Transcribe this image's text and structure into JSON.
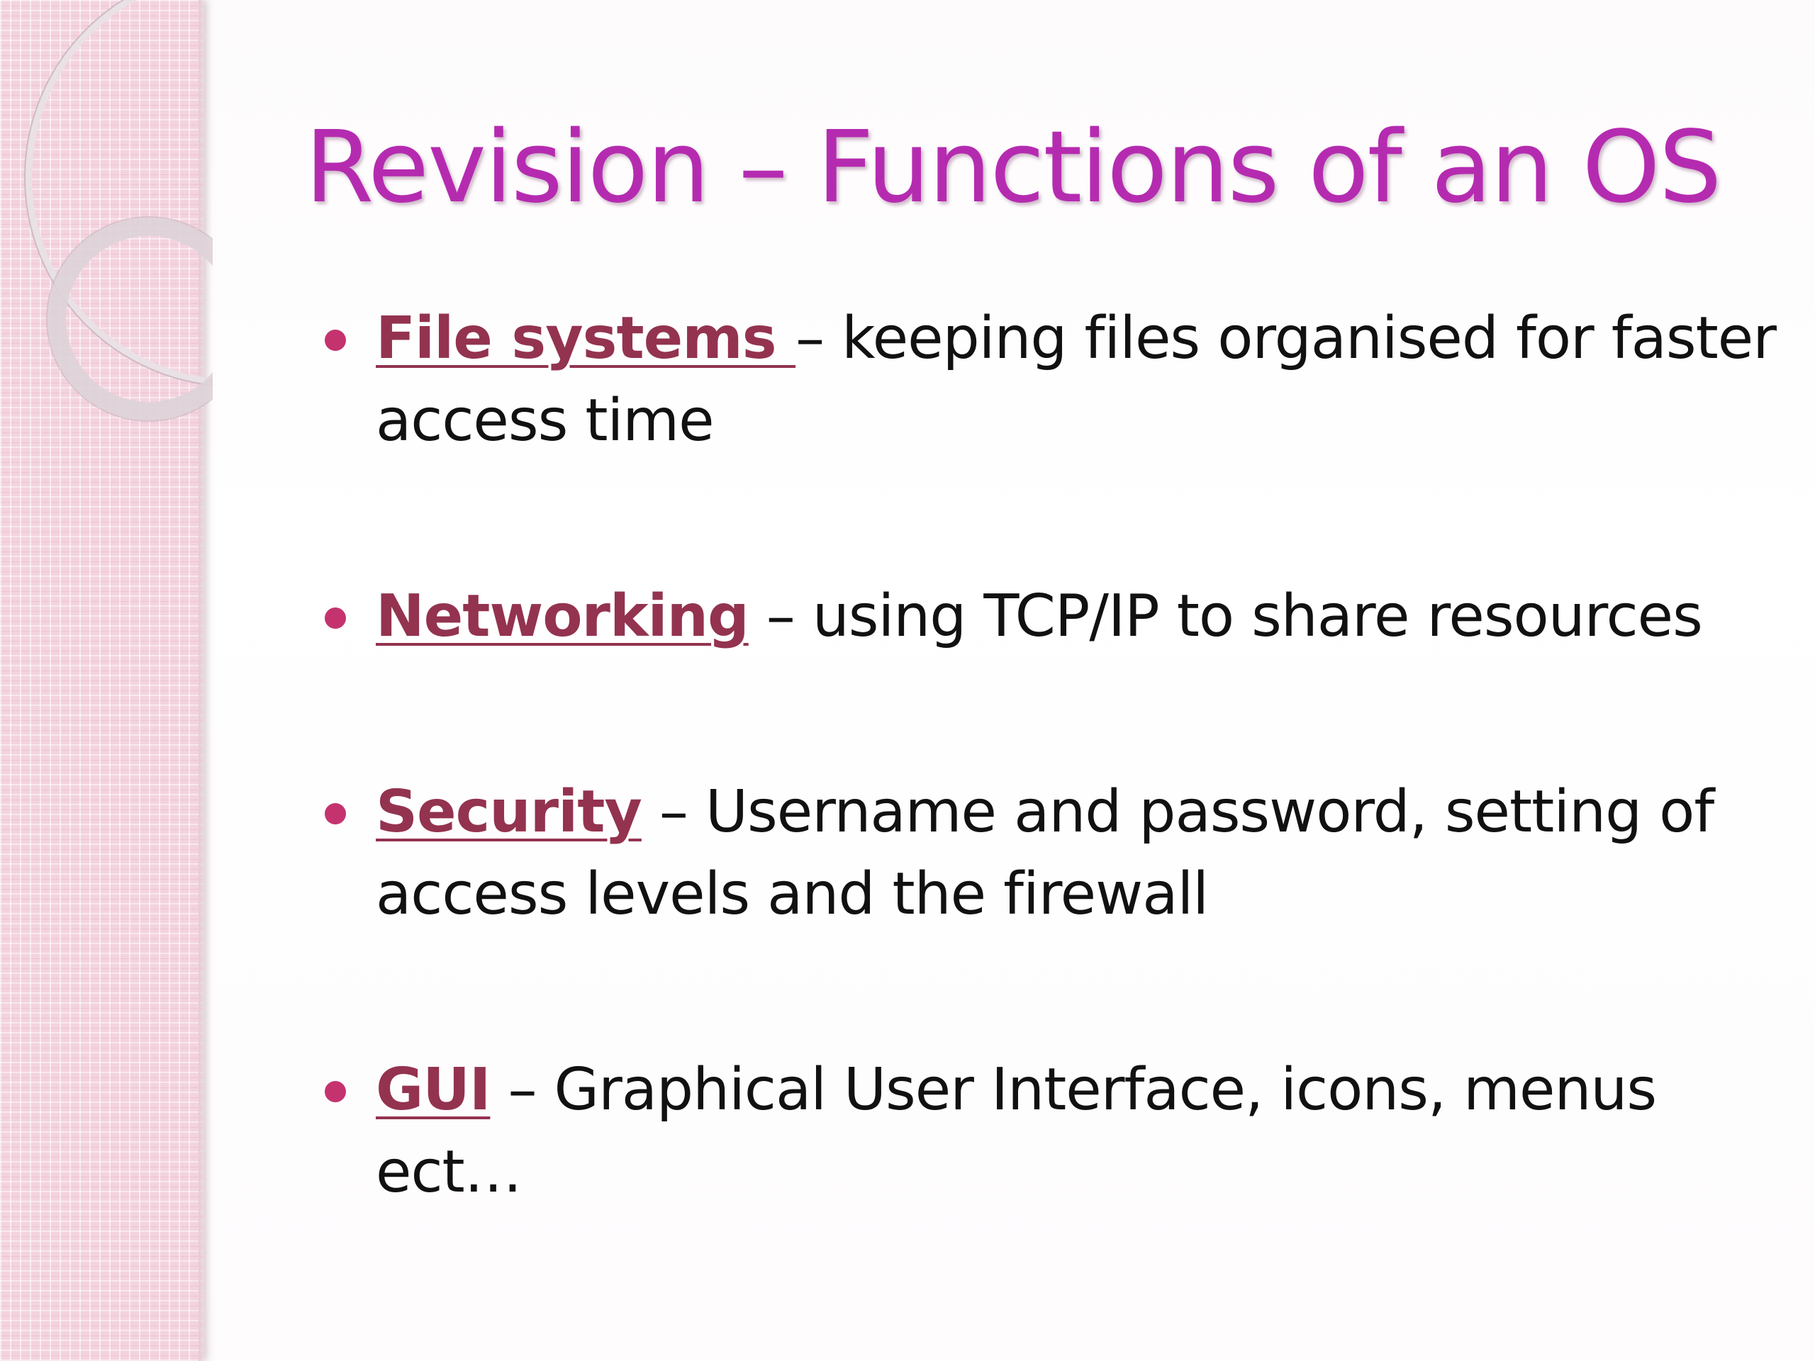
{
  "slide": {
    "title": "Revision – Functions of an OS",
    "colors": {
      "title": "#b52bb0",
      "term": "#93334f",
      "bullet": "#c5336f",
      "body_text": "#111111",
      "side_panel": "#f3d3de"
    },
    "bullets": [
      {
        "term": "File systems ",
        "separator": "– ",
        "description": "keeping files organised for faster access time"
      },
      {
        "term": "Networking",
        "separator": " – ",
        "description": "using TCP/IP to share resources"
      },
      {
        "term": "Security",
        "separator": " – ",
        "description": "Username and password,  setting of access levels and the firewall"
      },
      {
        "term": "GUI",
        "separator": " – ",
        "description": "Graphical User Interface, icons, menus ect…"
      }
    ]
  }
}
